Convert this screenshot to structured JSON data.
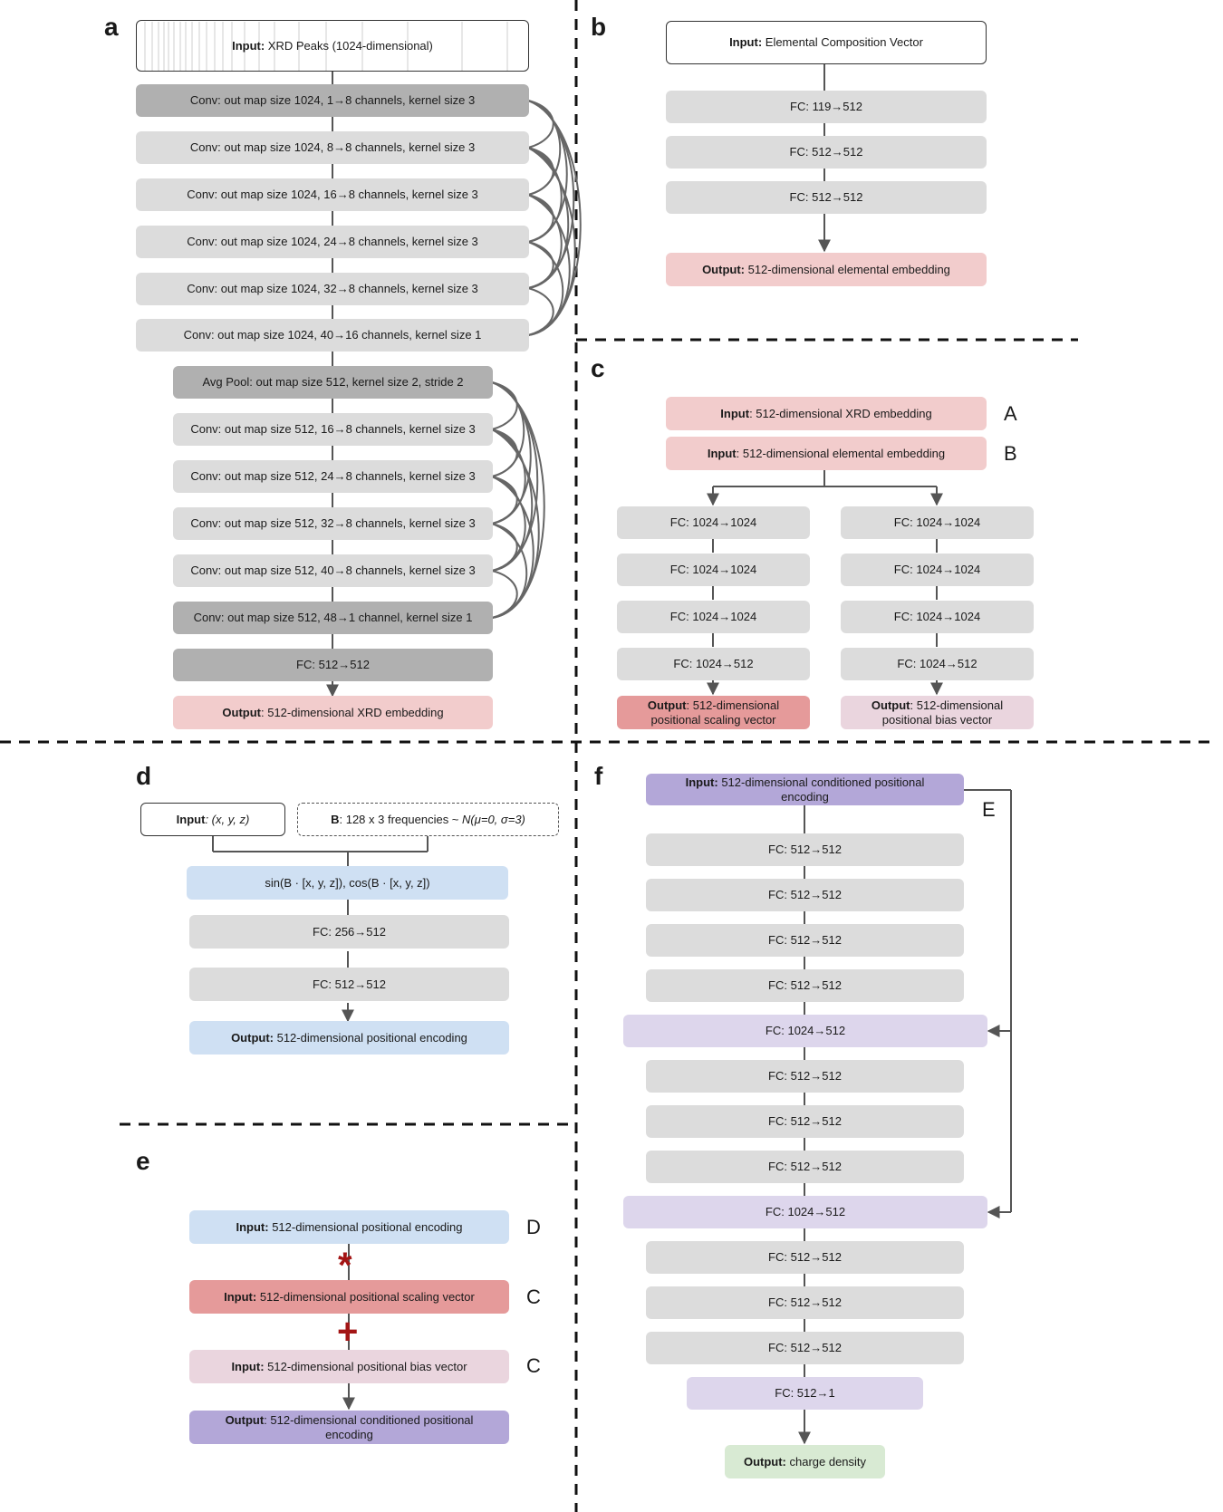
{
  "panels": {
    "a": "a",
    "b": "b",
    "c": "c",
    "d": "d",
    "e": "e",
    "f": "f"
  },
  "panel_a": {
    "input_bold": "Input:",
    "input_text": " XRD Peaks (1024-dimensional)",
    "conv1": "Conv: out map size 1024, 1→8 channels, kernel size 3",
    "conv2": "Conv: out map size 1024, 8→8 channels, kernel size 3",
    "conv3": "Conv: out map size 1024, 16→8 channels, kernel size 3",
    "conv4": "Conv: out map size 1024, 24→8 channels, kernel size 3",
    "conv5": "Conv: out map size 1024, 32→8 channels, kernel size 3",
    "conv6": "Conv: out map size 1024, 40→16 channels, kernel size 1",
    "pool": "Avg Pool: out map size 512, kernel size 2, stride 2",
    "conv7": "Conv: out map size 512, 16→8 channels, kernel size 3",
    "conv8": "Conv: out map size 512, 24→8 channels, kernel size 3",
    "conv9": "Conv: out map size 512, 32→8 channels, kernel size 3",
    "conv10": "Conv: out map size 512, 40→8 channels, kernel size 3",
    "conv11": "Conv: out map size 512, 48→1 channel, kernel size 1",
    "fc": "FC: 512→512",
    "output_bold": "Output",
    "output_text": ": 512-dimensional XRD embedding"
  },
  "panel_b": {
    "input_bold": "Input:",
    "input_text": " Elemental Composition Vector",
    "fc1": "FC: 119→512",
    "fc2": "FC: 512→512",
    "fc3": "FC: 512→512",
    "output_bold": "Output:",
    "output_text": " 512-dimensional elemental embedding"
  },
  "panel_c": {
    "input_a_bold": "Input",
    "input_a_text": ": 512-dimensional XRD embedding",
    "input_b_bold": "Input",
    "input_b_text": ": 512-dimensional elemental embedding",
    "ref_a": "A",
    "ref_b": "B",
    "left_fc1": "FC: 1024→1024",
    "left_fc2": "FC: 1024→1024",
    "left_fc3": "FC: 1024→1024",
    "left_fc4": "FC: 1024→512",
    "right_fc1": "FC: 1024→1024",
    "right_fc2": "FC: 1024→1024",
    "right_fc3": "FC: 1024→1024",
    "right_fc4": "FC: 1024→512",
    "out_left_bold": "Output",
    "out_left_text1": ": 512-dimensional",
    "out_left_text2": "positional scaling vector",
    "out_right_bold": "Output",
    "out_right_text1": ": 512-dimensional",
    "out_right_text2": "positional bias vector"
  },
  "panel_d": {
    "input_bold": "Input",
    "input_text": ": (x, y, z)",
    "b_bold": "B",
    "b_text": ": 128 x 3 frequencies ~ ",
    "b_dist": "N(μ=0, σ=3)",
    "fourier": "sin(B · [x, y, z]), cos(B · [x, y, z])",
    "fc1": "FC: 256→512",
    "fc2": "FC: 512→512",
    "output_bold": "Output:",
    "output_text": " 512-dimensional positional encoding"
  },
  "panel_e": {
    "in1_bold": "Input:",
    "in1_text": " 512-dimensional positional encoding",
    "in2_bold": "Input:",
    "in2_text": " 512-dimensional positional scaling vector",
    "in3_bold": "Input:",
    "in3_text": " 512-dimensional positional bias vector",
    "out_bold": "Output",
    "out_text1": ": 512-dimensional conditioned positional",
    "out_text2": "encoding",
    "ref_d": "D",
    "ref_c1": "C",
    "ref_c2": "C",
    "op_mult": "*",
    "op_add": "+"
  },
  "panel_f": {
    "input_bold": "Input:",
    "input_text1": " 512-dimensional conditioned positional",
    "input_text2": "encoding",
    "ref_e": "E",
    "fc1": "FC: 512→512",
    "fc2": "FC: 512→512",
    "fc3": "FC: 512→512",
    "fc4": "FC: 512→512",
    "skip1": "FC: 1024→512",
    "fc5": "FC: 512→512",
    "fc6": "FC: 512→512",
    "fc7": "FC: 512→512",
    "skip2": "FC: 1024→512",
    "fc8": "FC: 512→512",
    "fc9": "FC: 512→512",
    "fc10": "FC: 512→512",
    "fc_last": "FC: 512→1",
    "output_bold": "Output:",
    "output_text": " charge density"
  },
  "colors": {
    "conv_dark": "#b0b0b0",
    "fc_light": "#dcdcdc",
    "embedding_pink": "#f2cccc",
    "scaling_red": "#e59a9a",
    "bias_mauve": "#ead5de",
    "encoding_blue": "#cfe0f3",
    "conditioned_purple": "#b3a7d8",
    "skip_lavender": "#ddd6ec",
    "density_green": "#d8ead3",
    "operator_red": "#a31515"
  }
}
